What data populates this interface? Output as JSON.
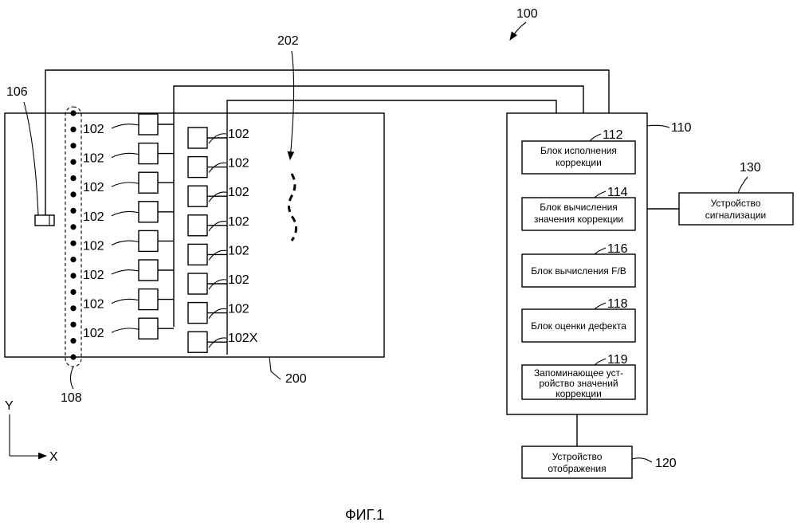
{
  "refs": {
    "system": "100",
    "unit_left": "102",
    "unit_x": "102X",
    "sensor": "106",
    "column": "108",
    "controller": "110",
    "block_1": "112",
    "block_2": "114",
    "block_3": "116",
    "block_4": "118",
    "block_5": "119",
    "display": "120",
    "alarm": "130",
    "object": "200",
    "defect": "202"
  },
  "blocks": {
    "b112": [
      "Блок исполнения",
      "коррекции"
    ],
    "b114": [
      "Блок вычисления",
      "значения коррекции"
    ],
    "b116": [
      "Блок вычисления F/B"
    ],
    "b118": [
      "Блок оценки дефекта"
    ],
    "b119": [
      "Запоминающее уст-",
      "ройство значений",
      "коррекции"
    ],
    "b120": [
      "Устройство",
      "отображения"
    ],
    "b130": [
      "Устройство",
      "сигнализации"
    ]
  },
  "axes": {
    "y": "Y",
    "x": "X"
  },
  "caption": "ФИГ.1"
}
